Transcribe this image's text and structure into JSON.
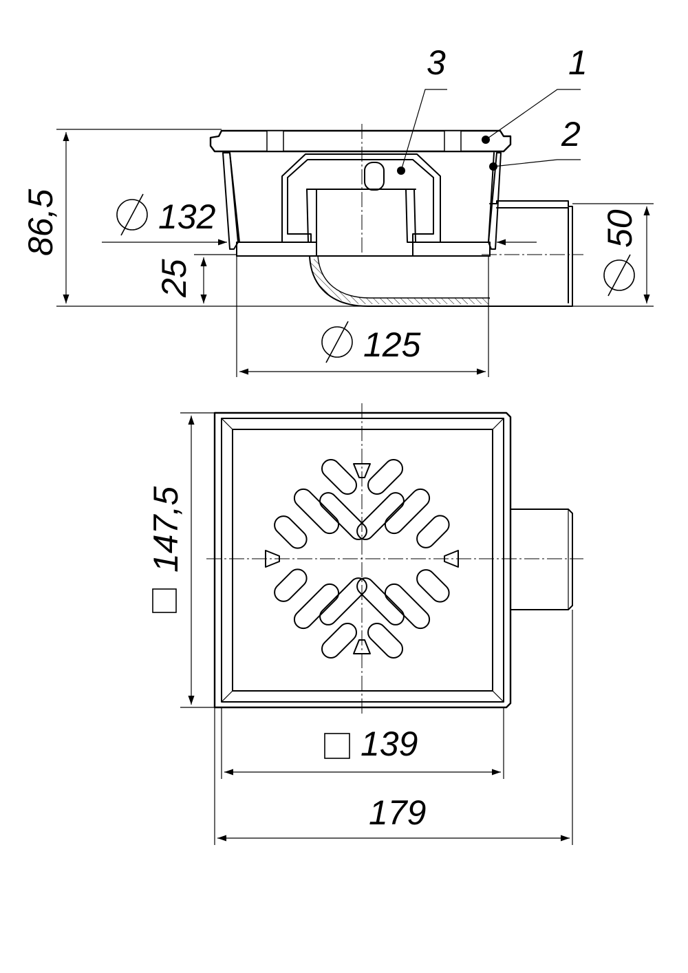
{
  "callouts": [
    "1",
    "2",
    "3"
  ],
  "dimensions": {
    "height_total": "86,5",
    "dia_body": "132",
    "dia_base": "125",
    "dia_outlet": "50",
    "outlet_height": "25",
    "grate_square": "147,5",
    "frame_square": "139",
    "width_total": "179"
  },
  "symbols": {
    "diameter": "diameter-symbol",
    "square": "square-symbol"
  }
}
